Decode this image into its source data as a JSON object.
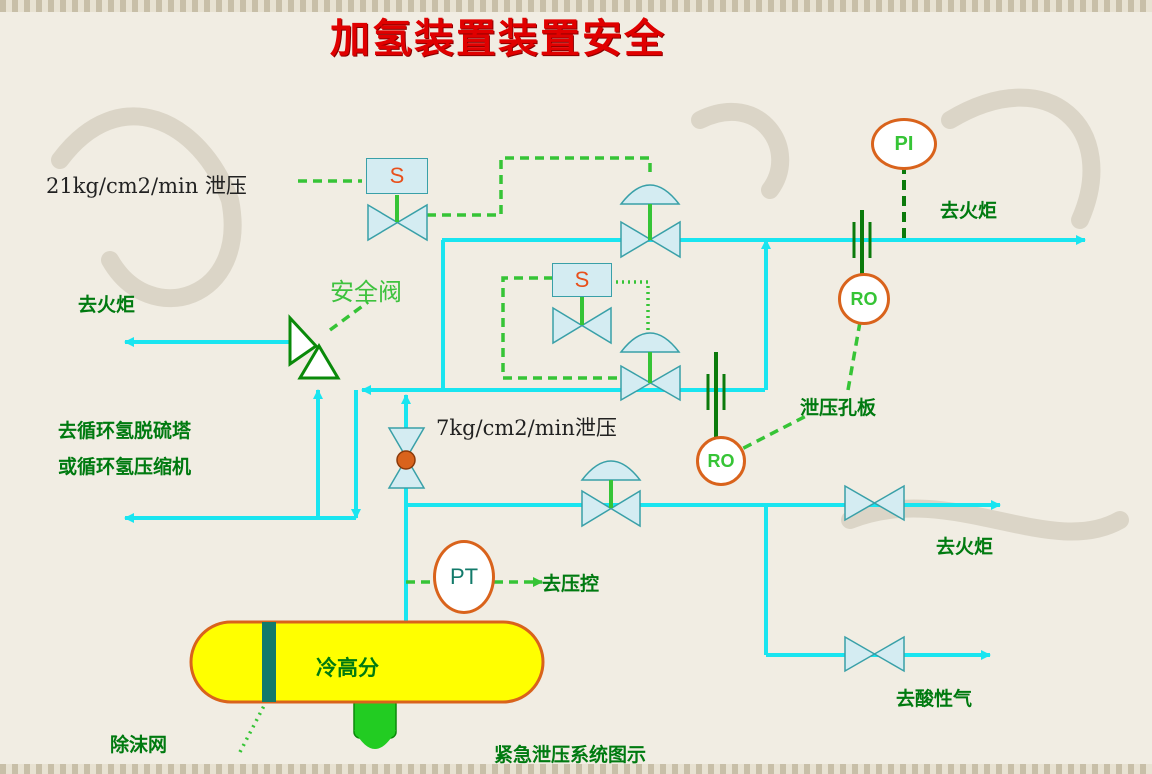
{
  "title": "加氢装置装置安全",
  "caption": "紧急泄压系统图示",
  "labels": {
    "vent_21": "21kg/cm2/min 泄压",
    "vent_7": "7kg/cm2/min泄压",
    "safety_valve": "安全阀",
    "to_flare_left": "去火炬",
    "to_flare_top_right": "去火炬",
    "to_flare_mid_right": "去火炬",
    "to_desulfur_line1": "去循环氢脱硫塔",
    "to_desulfur_line2": "或循环氢压缩机",
    "to_pressure_control": "去压控",
    "orifice": "泄压孔板",
    "to_acid_gas": "去酸性气",
    "separator": "冷高分",
    "demister": "除沫网"
  },
  "instruments": {
    "pi": "PI",
    "ro_top": "RO",
    "ro_bottom": "RO",
    "pt": "PT",
    "solenoid_top": "S",
    "solenoid_mid": "S"
  },
  "colors": {
    "pipe": "#19e5f0",
    "signal": "#36c436",
    "title": "#e00000",
    "instrument_border": "#d9631c",
    "vessel": "#ffff00",
    "valve": "#d4ecf2"
  }
}
